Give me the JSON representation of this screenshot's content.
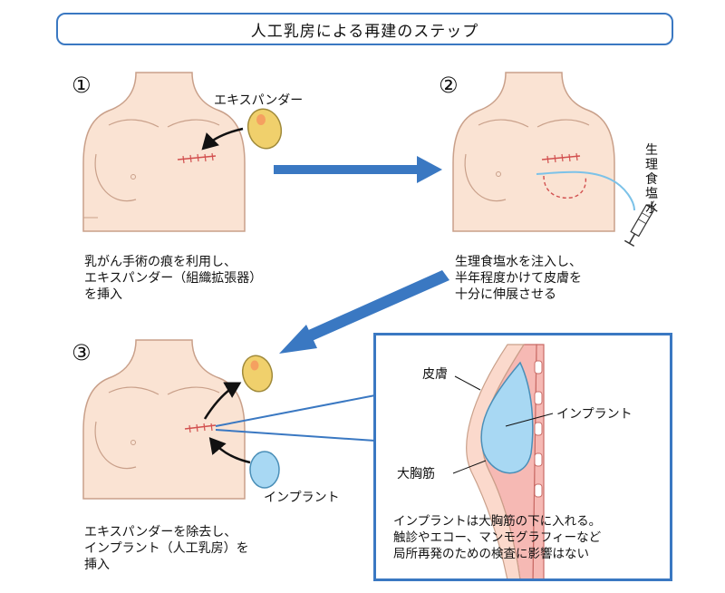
{
  "title": "人工乳房による再建のステップ",
  "steps": [
    {
      "number": "①",
      "label": "エキスパンダー",
      "caption": [
        "乳がん手術の痕を利用し、",
        "エキスパンダー（組織拡張器）",
        "を挿入"
      ]
    },
    {
      "number": "②",
      "side_label": [
        "生",
        "理",
        "食",
        "塩",
        "水"
      ],
      "caption": [
        "生理食塩水を注入し、",
        "半年程度かけて皮膚を",
        "十分に伸展させる"
      ]
    },
    {
      "number": "③",
      "label": "インプラント",
      "caption": [
        "エキスパンダーを除去し、",
        "インプラント（人工乳房）を",
        "挿入"
      ]
    }
  ],
  "detail": {
    "skin_label": "皮膚",
    "implant_label": "インプラント",
    "muscle_label": "大胸筋",
    "note": [
      "インプラントは大胸筋の下に入れる。",
      "触診やエコー、マンモグラフィーなど",
      "局所再発のための検査に影響はない"
    ]
  },
  "colors": {
    "accent": "#3a78c2",
    "skin": "#fae3d3",
    "skin_outline": "#c9a08a",
    "scar": "#d2504f",
    "expander": "#f0d06c",
    "implant": "#a8d8f3",
    "muscle": "#f2a6a0"
  }
}
